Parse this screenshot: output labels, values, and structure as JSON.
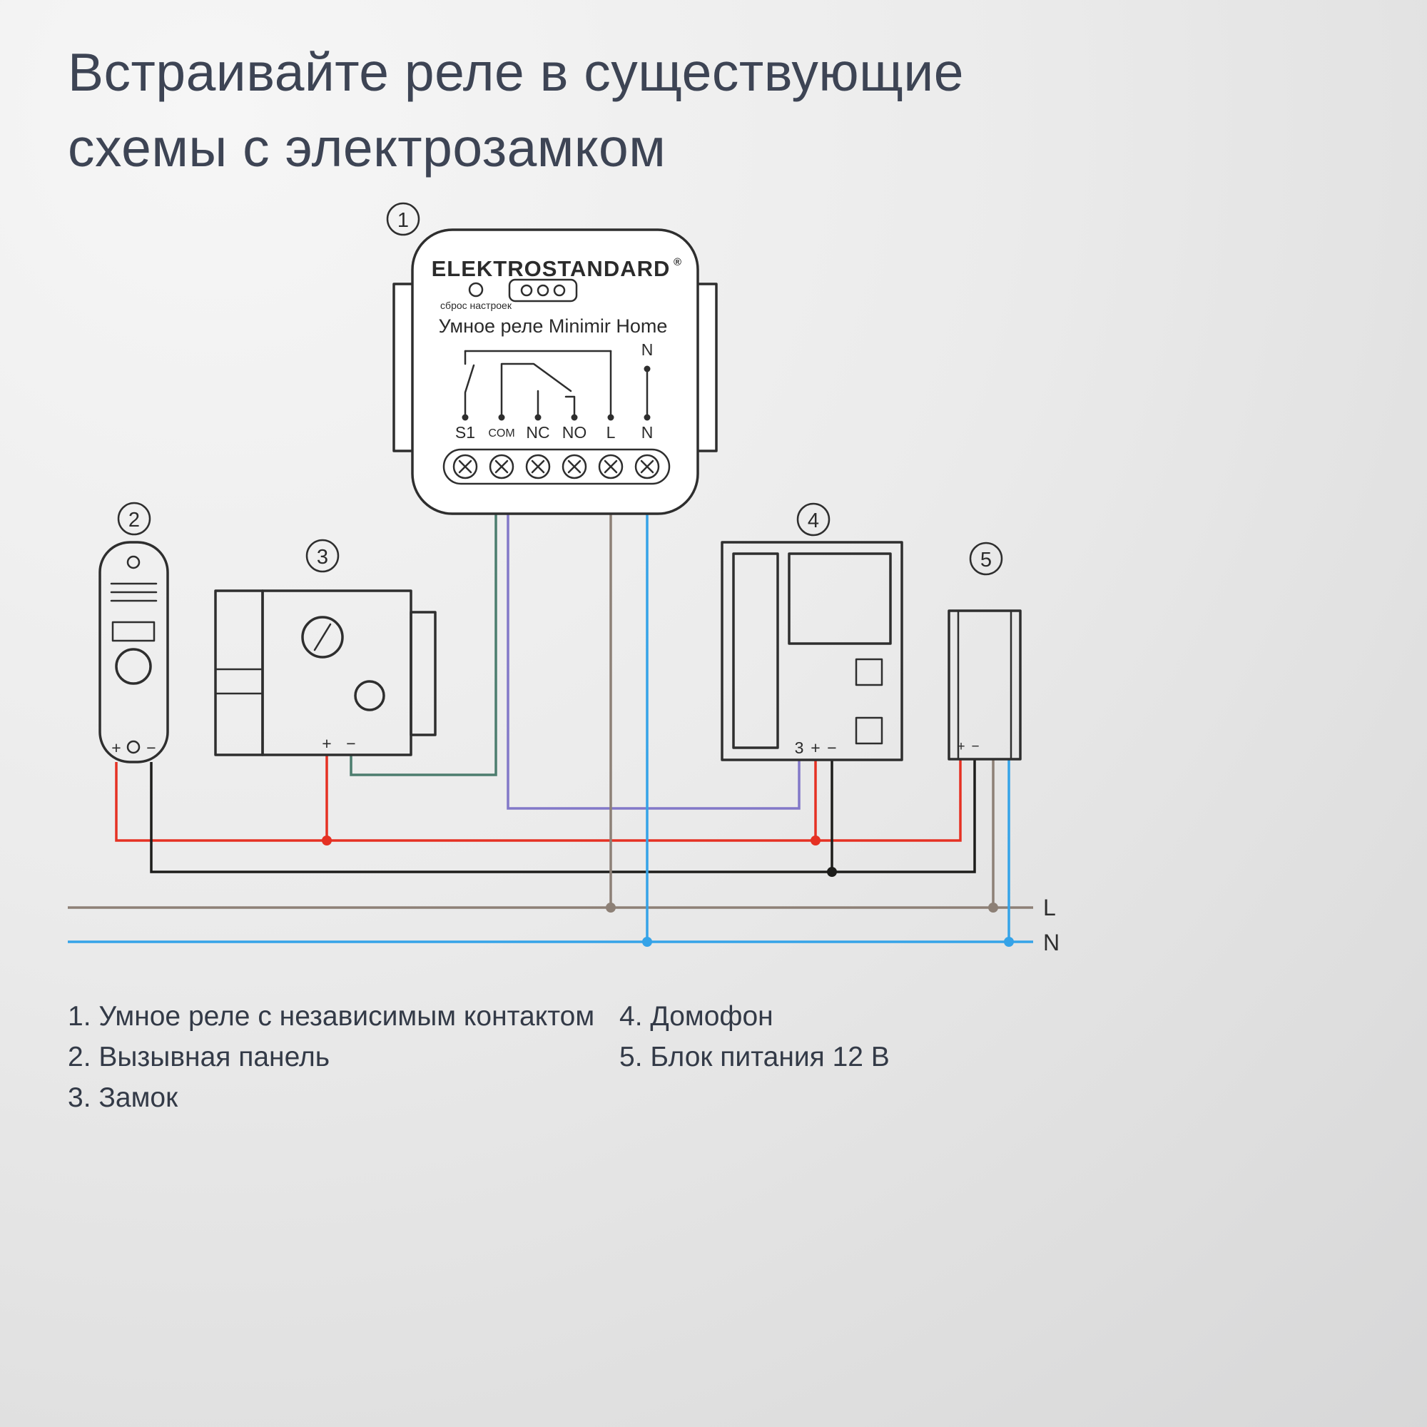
{
  "title": "Встраивайте реле в существующие\nсхемы с электрозамком",
  "colors": {
    "wire_red": "#e53123",
    "wire_black": "#1d1d1b",
    "wire_teal": "#4c7d6e",
    "wire_purple": "#8278c8",
    "wire_brown": "#8d8076",
    "wire_blue": "#35a3e8"
  },
  "badges": {
    "relay": "1",
    "panel": "2",
    "lock": "3",
    "intercom": "4",
    "psu": "5"
  },
  "relay": {
    "brand": "ELEKTROSTANDARD",
    "registered_mark": "®",
    "reset_label": "сброс настроек",
    "model": "Умное реле Minimir Home",
    "top_terminal_label": "N",
    "terminal_labels": [
      "S1",
      "COM",
      "NC",
      "NO",
      "L",
      "N"
    ]
  },
  "panel_terminals": {
    "plus": "+",
    "minus": "−"
  },
  "lock_terminals": {
    "plus": "+",
    "minus": "−"
  },
  "intercom_terminals": {
    "signal": "3",
    "plus": "+",
    "minus": "−"
  },
  "psu_terminals": {
    "plus": "+",
    "minus": "−"
  },
  "bus_labels": {
    "line": "L",
    "neutral": "N"
  },
  "legend": {
    "left": [
      "1. Умное реле с независимым контактом",
      "2. Вызывная панель",
      "3. Замок"
    ],
    "right": [
      "4. Домофон",
      "5. Блок питания 12 В"
    ]
  }
}
